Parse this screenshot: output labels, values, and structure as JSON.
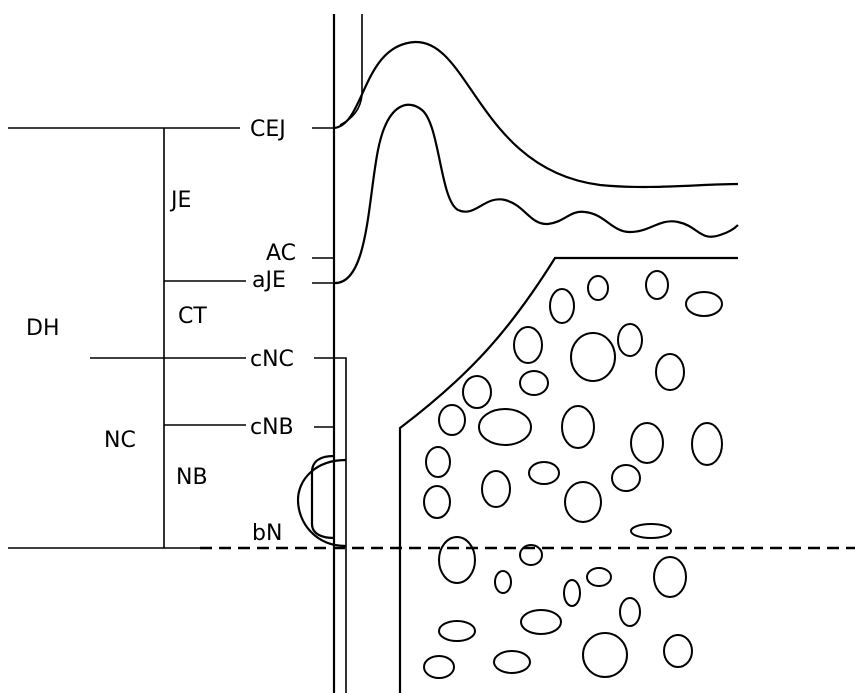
{
  "diagram": {
    "labels": {
      "cej": "CEJ",
      "je": "JE",
      "ac": "AC",
      "aje": "aJE",
      "ct": "CT",
      "dh": "DH",
      "cnc": "cNC",
      "cnb": "cNB",
      "nc": "NC",
      "nb": "NB",
      "bn": "bN"
    }
  }
}
